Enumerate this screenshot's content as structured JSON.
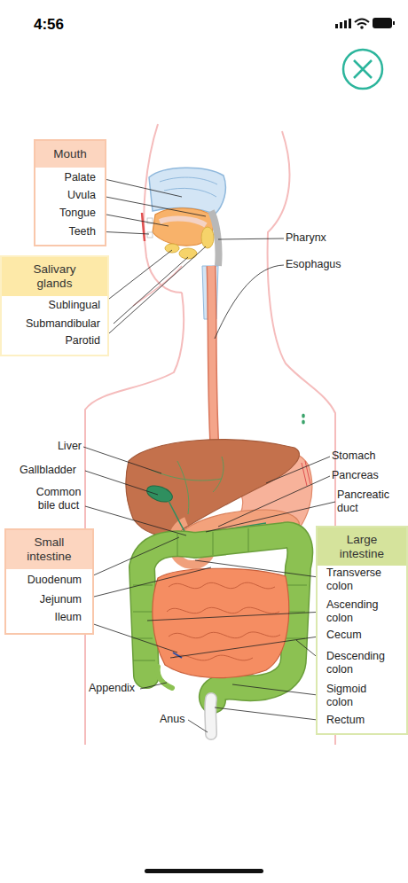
{
  "diagram": {
    "nodes": [
      {
        "text": [
          "Mouth",
          "Palate",
          "Uvula",
          "Tongue",
          "Teeth"
        ]
      },
      {
        "text": [
          "Salivary glands",
          "Sublingual",
          "Submandibular",
          "Parotid"
        ]
      },
      {
        "text": [
          "Small intestine",
          "Duodenum",
          "Jejunum",
          "Ileum"
        ]
      },
      {
        "text": [
          "Large intestine",
          "Transverse colon",
          "Ascending colon",
          "Cecum",
          "Descending colon",
          "Sigmoid colon",
          "Rectum"
        ]
      }
    ],
    "labels": [
      "4:56",
      "Pharynx",
      "Esophagus",
      "Liver",
      "Gallbladder",
      "Common bile duct",
      "Stomach",
      "Pancreas",
      "Pancreatic duct",
      "Appendix",
      "Anus"
    ]
  }
}
